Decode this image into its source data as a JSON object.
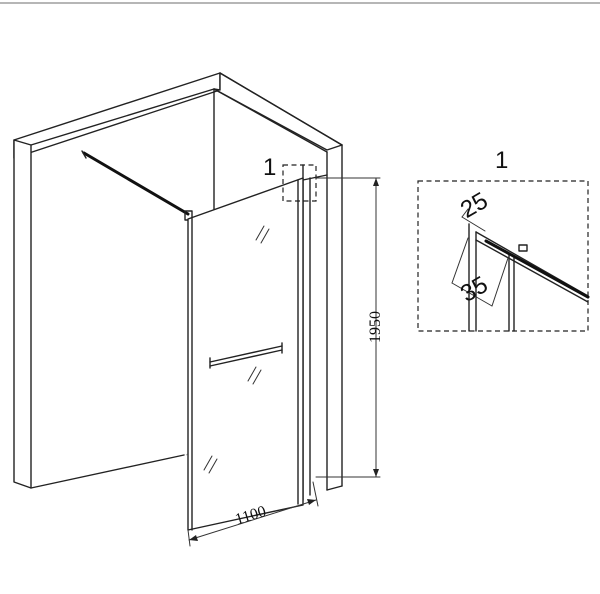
{
  "labels": {
    "callout_main": "1",
    "callout_detail": "1"
  },
  "dimensions": {
    "width": "1100",
    "height": "1950",
    "detail_top": "25",
    "detail_side": "35"
  },
  "colors": {
    "line": "#222222",
    "background": "#ffffff"
  }
}
